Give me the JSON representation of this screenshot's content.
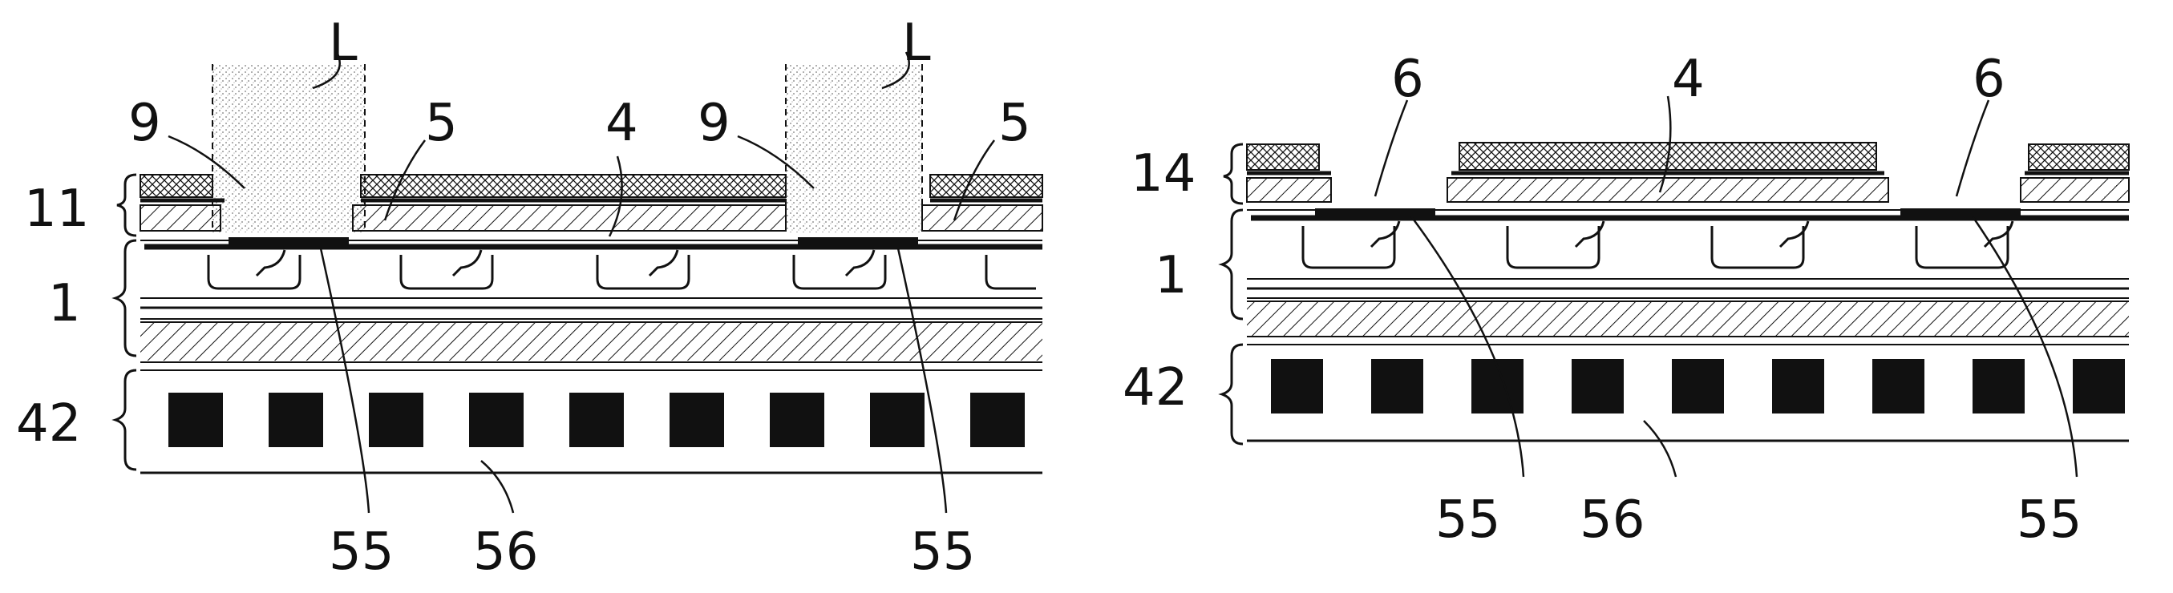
{
  "left_figure": {
    "labels": {
      "light_left": "L",
      "light_right": "L",
      "opening_left": "9",
      "opening_right": "9",
      "region_left": "5",
      "region_right": "5",
      "element": "4",
      "layer_cover": "11",
      "layer_device": "1",
      "layer_base": "42",
      "wiring_left": "55",
      "wiring_right": "55",
      "block": "56"
    }
  },
  "right_figure": {
    "labels": {
      "gap_left": "6",
      "gap_right": "6",
      "element": "4",
      "layer_cover": "14",
      "layer_device": "1",
      "layer_base": "42",
      "wiring_left": "55",
      "wiring_right": "55",
      "block": "56"
    }
  },
  "colors": {
    "ink": "#111111",
    "paper": "#ffffff",
    "stipple": "#cfcfcf"
  }
}
